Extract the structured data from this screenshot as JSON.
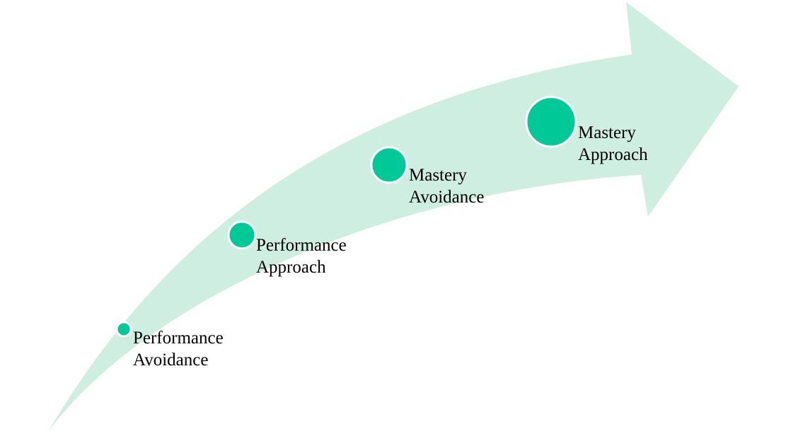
{
  "colors": {
    "arrow": "#cdeee0",
    "node": "#00c896",
    "node_outline": "#ffffff",
    "text": "#000000"
  },
  "stages": [
    {
      "line1": "Performance",
      "line2": "Avoidance"
    },
    {
      "line1": "Performance",
      "line2": "Approach"
    },
    {
      "line1": "Mastery",
      "line2": "Avoidance"
    },
    {
      "line1": "Mastery",
      "line2": "Approach"
    }
  ]
}
